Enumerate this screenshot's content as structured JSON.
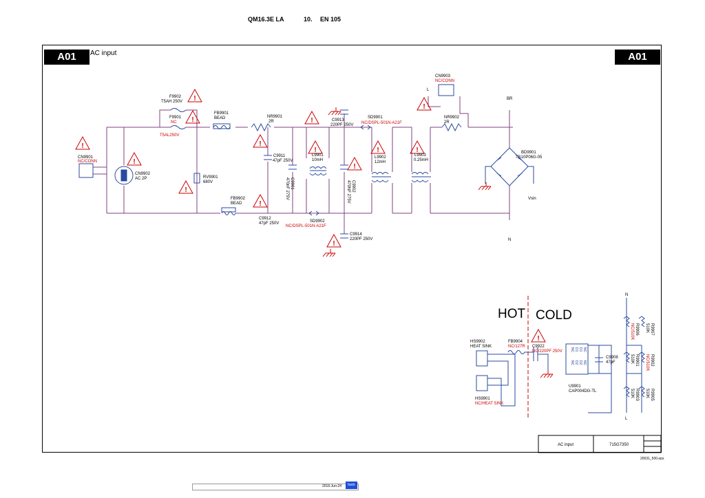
{
  "header": {
    "model": "QM16.3E LA",
    "section": "10.",
    "page": "EN 105"
  },
  "sheet": {
    "tag_left": "A01",
    "tag_right": "A01",
    "title": "AC input"
  },
  "labels": {
    "hot": "HOT",
    "cold": "COLD",
    "cn9901": [
      "CN9901",
      "NC/CONN"
    ],
    "cn9902": [
      "CN9902",
      "AC 2P"
    ],
    "f9902": [
      "F9902",
      "T5AH 250V"
    ],
    "f9901": [
      "F9901",
      "NC",
      "T5AL250V"
    ],
    "rv9901": [
      "RV9901",
      "680V"
    ],
    "fb9901": [
      "FB9901",
      "BEAD"
    ],
    "fb9902": [
      "FB9902",
      "BEAD"
    ],
    "nr9901": [
      "NR9901",
      "2R"
    ],
    "c9911": [
      "C9911",
      "47pF 250V"
    ],
    "c9912": [
      "C9912",
      "47pF 250V"
    ],
    "c9901": [
      "C9901",
      "470nF 275V"
    ],
    "l9901": [
      "L9901",
      "10mH"
    ],
    "sd9902": [
      "SD9902",
      "NC/DSPL-501N-A21F"
    ],
    "c9913": [
      "C9913",
      "220PF 250V"
    ],
    "c9914": [
      "C9914",
      "220PF 250V"
    ],
    "c9902": [
      "C9902",
      "470NF 275V"
    ],
    "sd9901": [
      "SD9901",
      "NC/DSPL-501N-A21F"
    ],
    "l9902": [
      "L9902",
      "12mH"
    ],
    "l9903": [
      "L9903",
      "0.25mH"
    ],
    "cn9903": [
      "CN9903",
      "NC/CONN"
    ],
    "nr9902": [
      "NR9902",
      "2R"
    ],
    "bd9901": [
      "BD9901",
      "TS10P06G-05"
    ],
    "br": "BR",
    "n": "N",
    "vsin": "Vsin",
    "l": "L",
    "hs9902": [
      "HS9902",
      "HEAT SINK"
    ],
    "hs9901": [
      "HS9901",
      "NC/HEAT SINK"
    ],
    "fb9904": [
      "FB9904",
      "NC/127R"
    ],
    "c9922": [
      "C9922",
      "NC/220PF 250V"
    ],
    "c9908": [
      "C9908",
      "47pF"
    ],
    "u9901": [
      "U9901",
      "CAP004DG-TL"
    ],
    "r9907": [
      "R9907",
      "510K"
    ],
    "r9906": [
      "R9906",
      "NC/510K"
    ],
    "r9905": [
      "R9905",
      "510K"
    ],
    "r9902": [
      "R9902",
      "NC/510K"
    ],
    "r9901": [
      "R9901",
      "510K"
    ],
    "r9903": [
      "R9903",
      "510K"
    ],
    "u_pins": [
      "NC",
      "D1",
      "D1",
      "NC",
      "NC",
      "D2",
      "D2",
      "NC"
    ]
  },
  "title_block": {
    "name": "AC input",
    "code": "715G7350"
  },
  "footer": {
    "ref": "20031_500.eps",
    "date": "2016-Jun-24",
    "badge": "back"
  }
}
